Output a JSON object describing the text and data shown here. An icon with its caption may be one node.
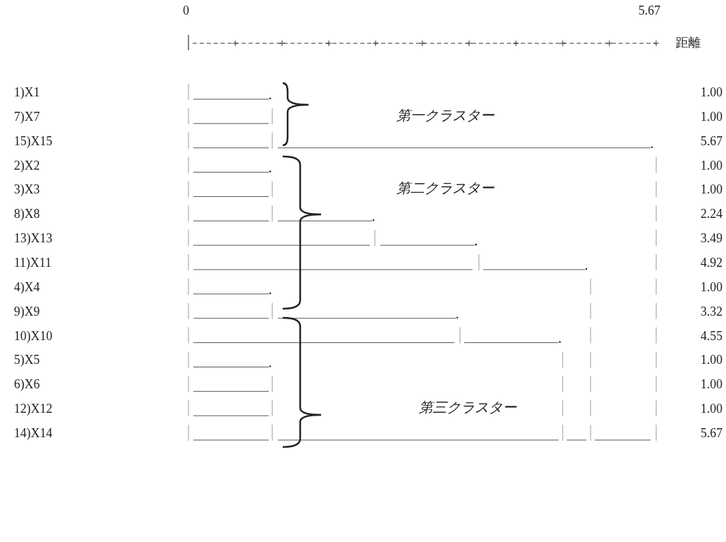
{
  "diagram": {
    "labels": [
      "0",
      "5.67",
      "距離",
      "1)X1",
      "1.00",
      "7)X7",
      "第一クラスター",
      "1.00",
      "15)X15",
      "5.67",
      "2)X2",
      "1.00",
      "3)X3",
      "第二クラスター",
      "1.00",
      "8)X8",
      "2.24",
      "13)X13",
      "3.49",
      "11)X11",
      "4.92",
      "4)X4",
      "1.00",
      "9)X9",
      "3.32",
      "10)X10",
      "4.55",
      "5)X5",
      "1.00",
      "6)X6",
      "1.00",
      "12)X12",
      "第三クラスター",
      "1.00",
      "14)X14",
      "5.67"
    ]
  }
}
